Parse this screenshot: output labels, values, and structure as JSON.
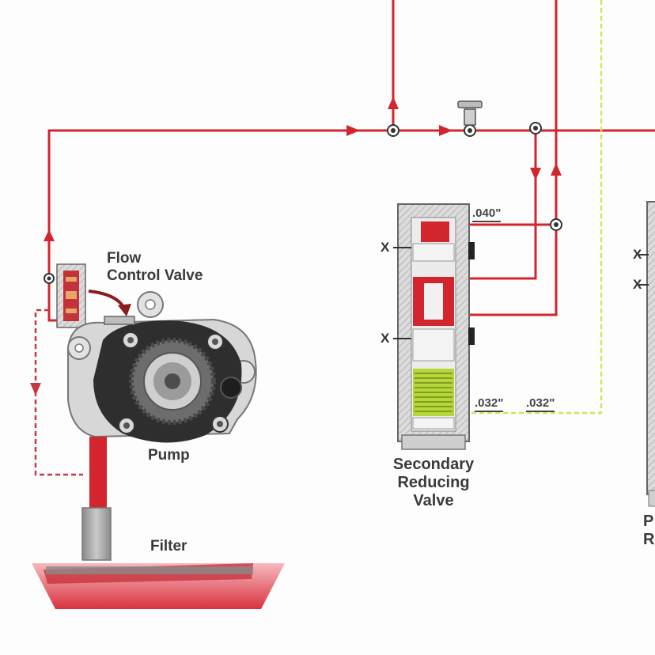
{
  "labels": {
    "flow_control_valve_line1": "Flow",
    "flow_control_valve_line2": "Control Valve",
    "pump": "Pump",
    "filter": "Filter",
    "secondary_line1": "Secondary",
    "secondary_line2": "Reducing",
    "secondary_line3": "Valve",
    "right_cut_line1": "P",
    "right_cut_line2": "R"
  },
  "orifices": {
    "top": ".040\"",
    "lower_left": ".032\"",
    "lower_right": ".032\""
  },
  "exhaust_marks": {
    "secondary_upper": "X",
    "secondary_lower": "X",
    "right_upper": "X",
    "right_lower": "X"
  },
  "colors": {
    "pressure_line": "#d2252e",
    "signal_line": "#d9e05a",
    "valve_body": "#d9d9d9",
    "spring": "#b7d63a",
    "pan": "#e04a55"
  }
}
